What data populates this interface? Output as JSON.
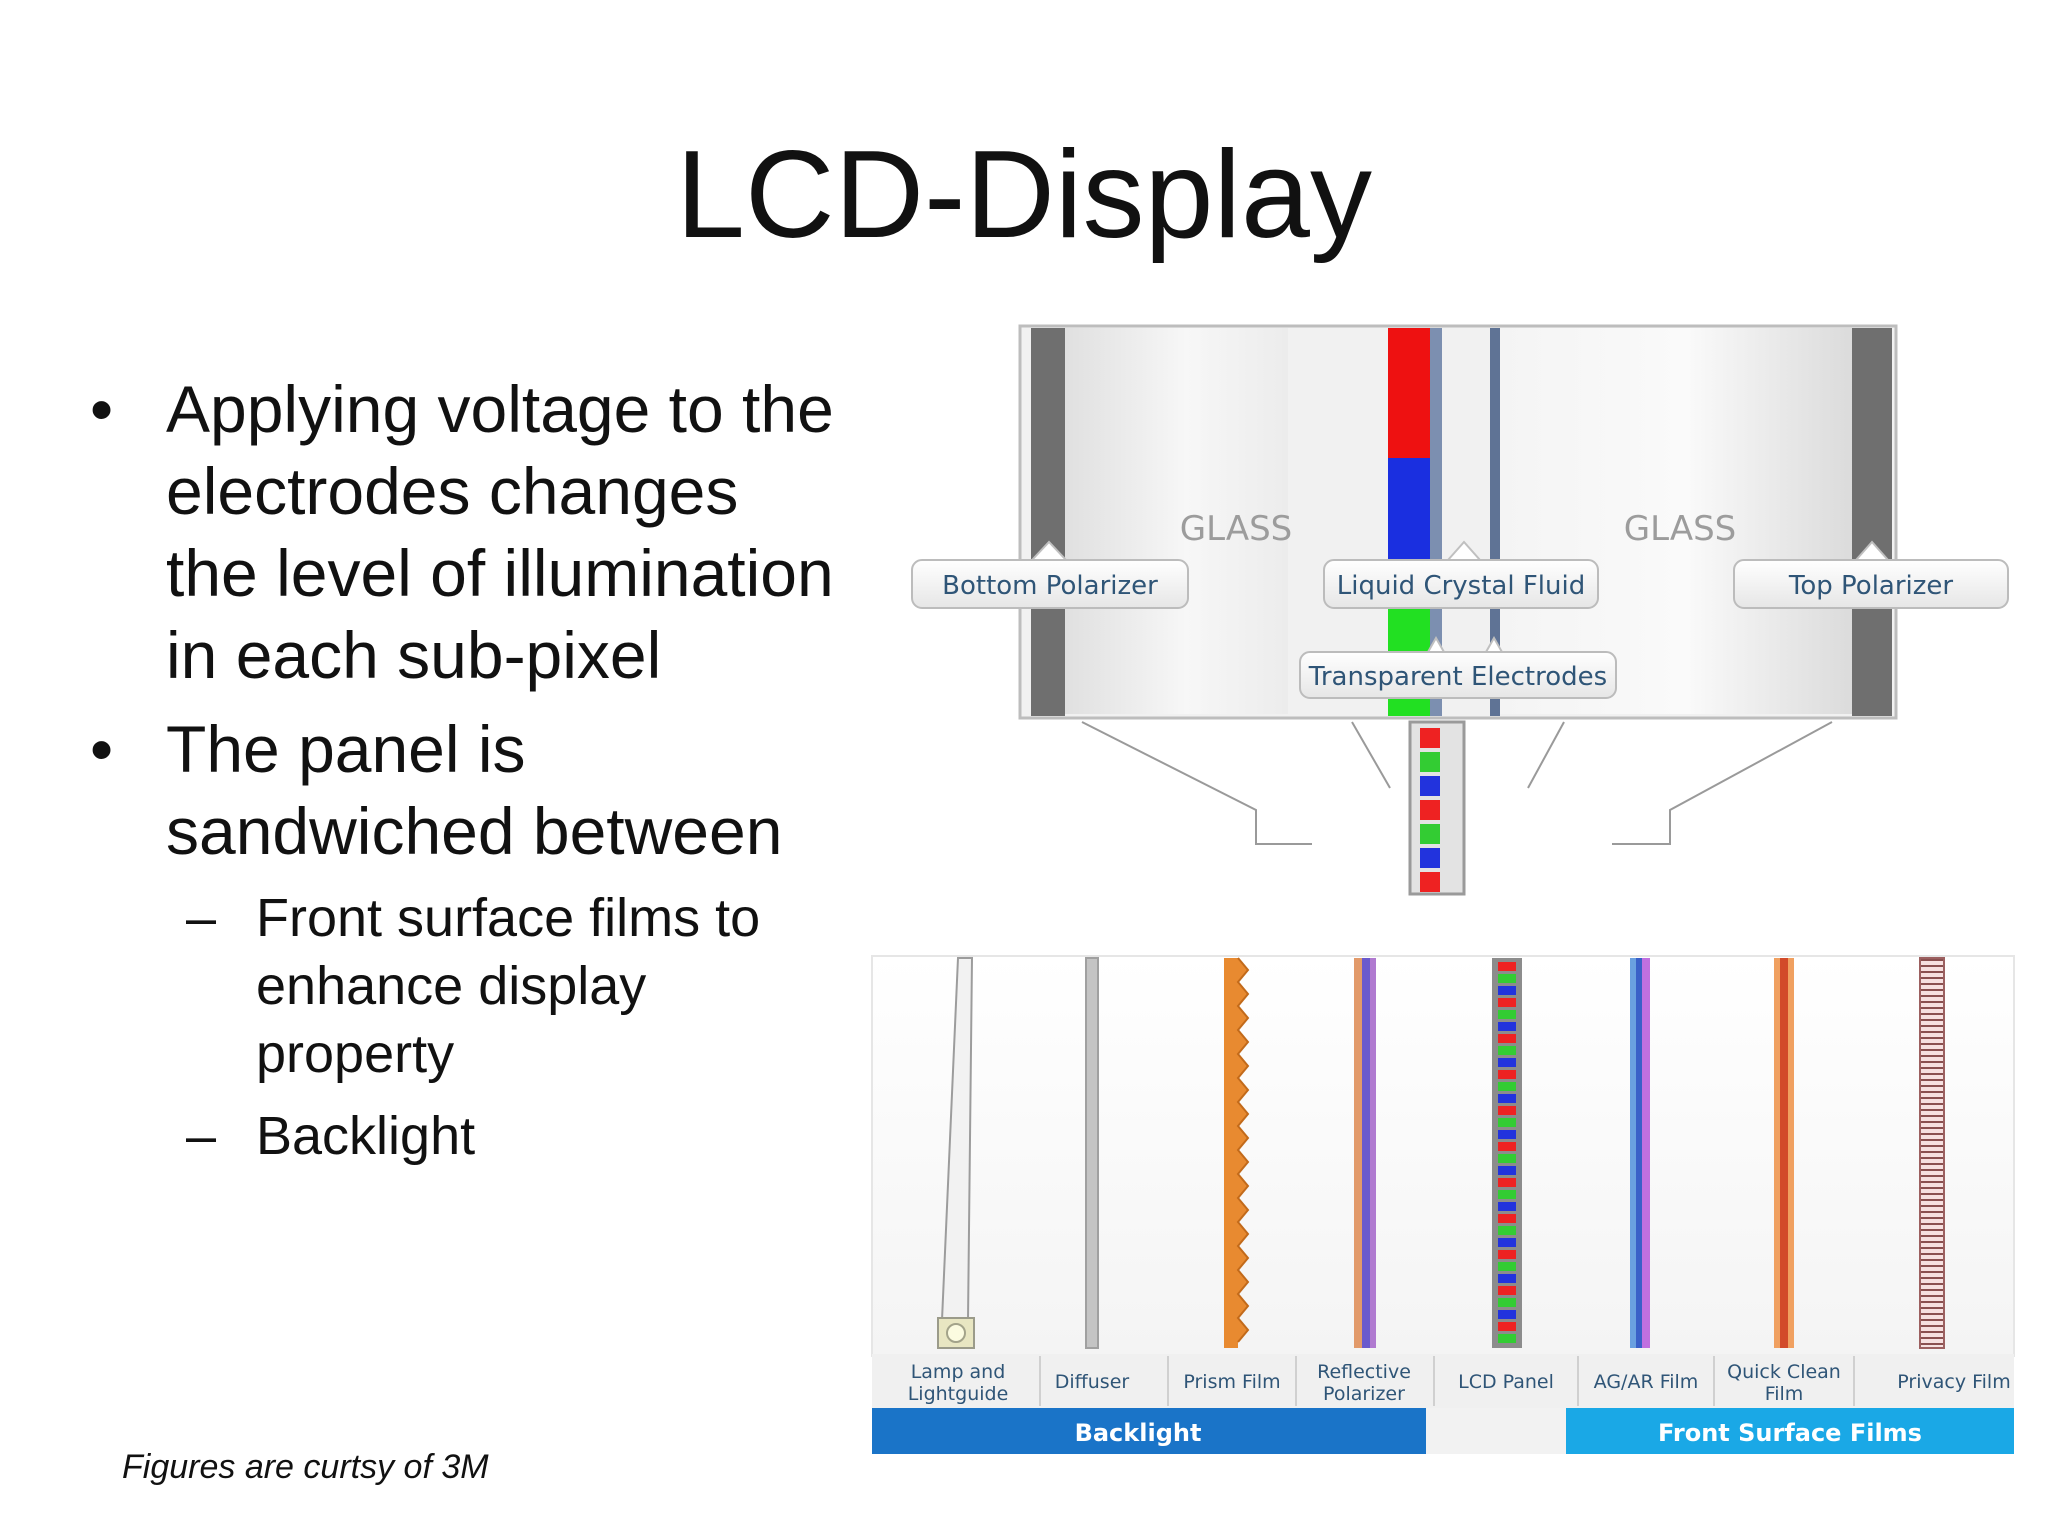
{
  "slide": {
    "title": "LCD-Display",
    "credit": "Figures are curtsy of 3M"
  },
  "bullets": [
    {
      "text": "Applying voltage to the electrodes changes the level of illumination in each sub-pixel"
    },
    {
      "text": "The panel is sandwiched between",
      "subitems": [
        "Front surface films to enhance display property",
        "Backlight"
      ]
    }
  ],
  "top_figure": {
    "glass_left": "GLASS",
    "glass_right": "GLASS",
    "callouts": {
      "bottom_polarizer": "Bottom Polarizer",
      "liquid_crystal_fluid": "Liquid Crystal Fluid",
      "top_polarizer": "Top Polarizer",
      "transparent_electrodes": "Transparent Electrodes"
    },
    "colors": {
      "red": "#ee1111",
      "blue": "#1a2fe0",
      "green": "#22e022",
      "polarizer": "#6f6f6f"
    }
  },
  "bottom_figure": {
    "layers": [
      {
        "label1": "Lamp and",
        "label2": "Lightguide"
      },
      {
        "label1": "Diffuser",
        "label2": ""
      },
      {
        "label1": "Prism Film",
        "label2": ""
      },
      {
        "label1": "Reflective",
        "label2": "Polarizer"
      },
      {
        "label1": "LCD Panel",
        "label2": ""
      },
      {
        "label1": "AG/AR Film",
        "label2": ""
      },
      {
        "label1": "Quick Clean",
        "label2": "Film"
      },
      {
        "label1": "Privacy Film",
        "label2": ""
      }
    ],
    "groups": {
      "backlight": "Backlight",
      "front_surface_films": "Front Surface Films"
    },
    "colors": {
      "bar_blue": "#1a74c8",
      "bar_cyan": "#1aa8e6",
      "prism": "#e88a30"
    }
  }
}
